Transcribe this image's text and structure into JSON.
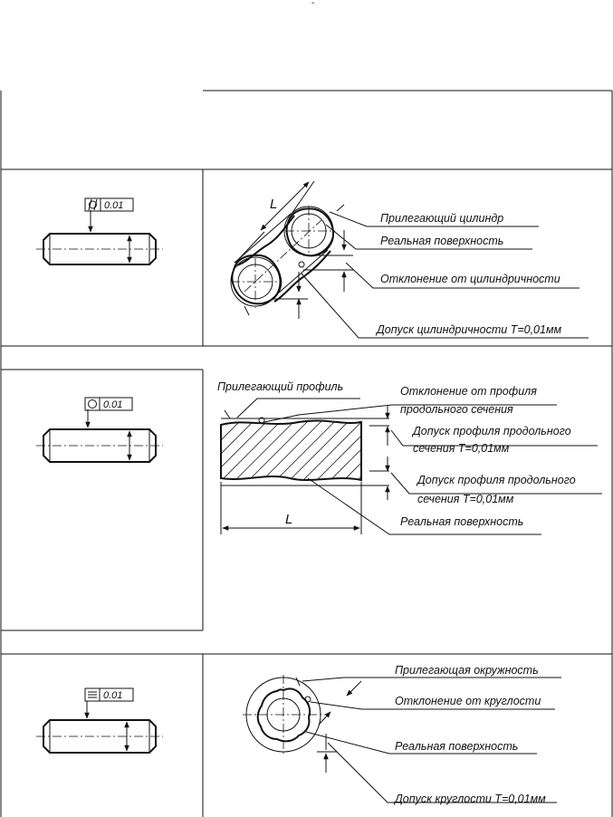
{
  "top_mark": "-",
  "row1": {
    "fcf_value": "0.01",
    "dim_L": "L",
    "labels": {
      "adjacent": "Прилегающий цилиндр",
      "real": "Реальная поверхность",
      "deviation": "Отклонение от цилиндричности",
      "tolerance": "Допуск цилиндричности T=0,01мм"
    }
  },
  "row2": {
    "fcf_value": "0.01",
    "dim_L": "L",
    "labels": {
      "adjacent": "Прилегающий профиль",
      "deviation_l1": "Отклонение от профиля",
      "deviation_l2": "продольного сечения",
      "tol1_l1": "Допуск профиля продольного",
      "tol1_l2": "сечения  T=0,01мм",
      "tol2_l1": "Допуск профиля продольного",
      "tol2_l2": "сечения  T=0,01мм",
      "real": "Реальная поверхность"
    }
  },
  "row3": {
    "fcf_value": "0.01",
    "labels": {
      "adjacent": "Прилегающая окружность",
      "deviation": "Отклонение от круглости",
      "real": "Реальная поверхность",
      "tolerance": "Допуск круглости T=0,01мм"
    }
  }
}
